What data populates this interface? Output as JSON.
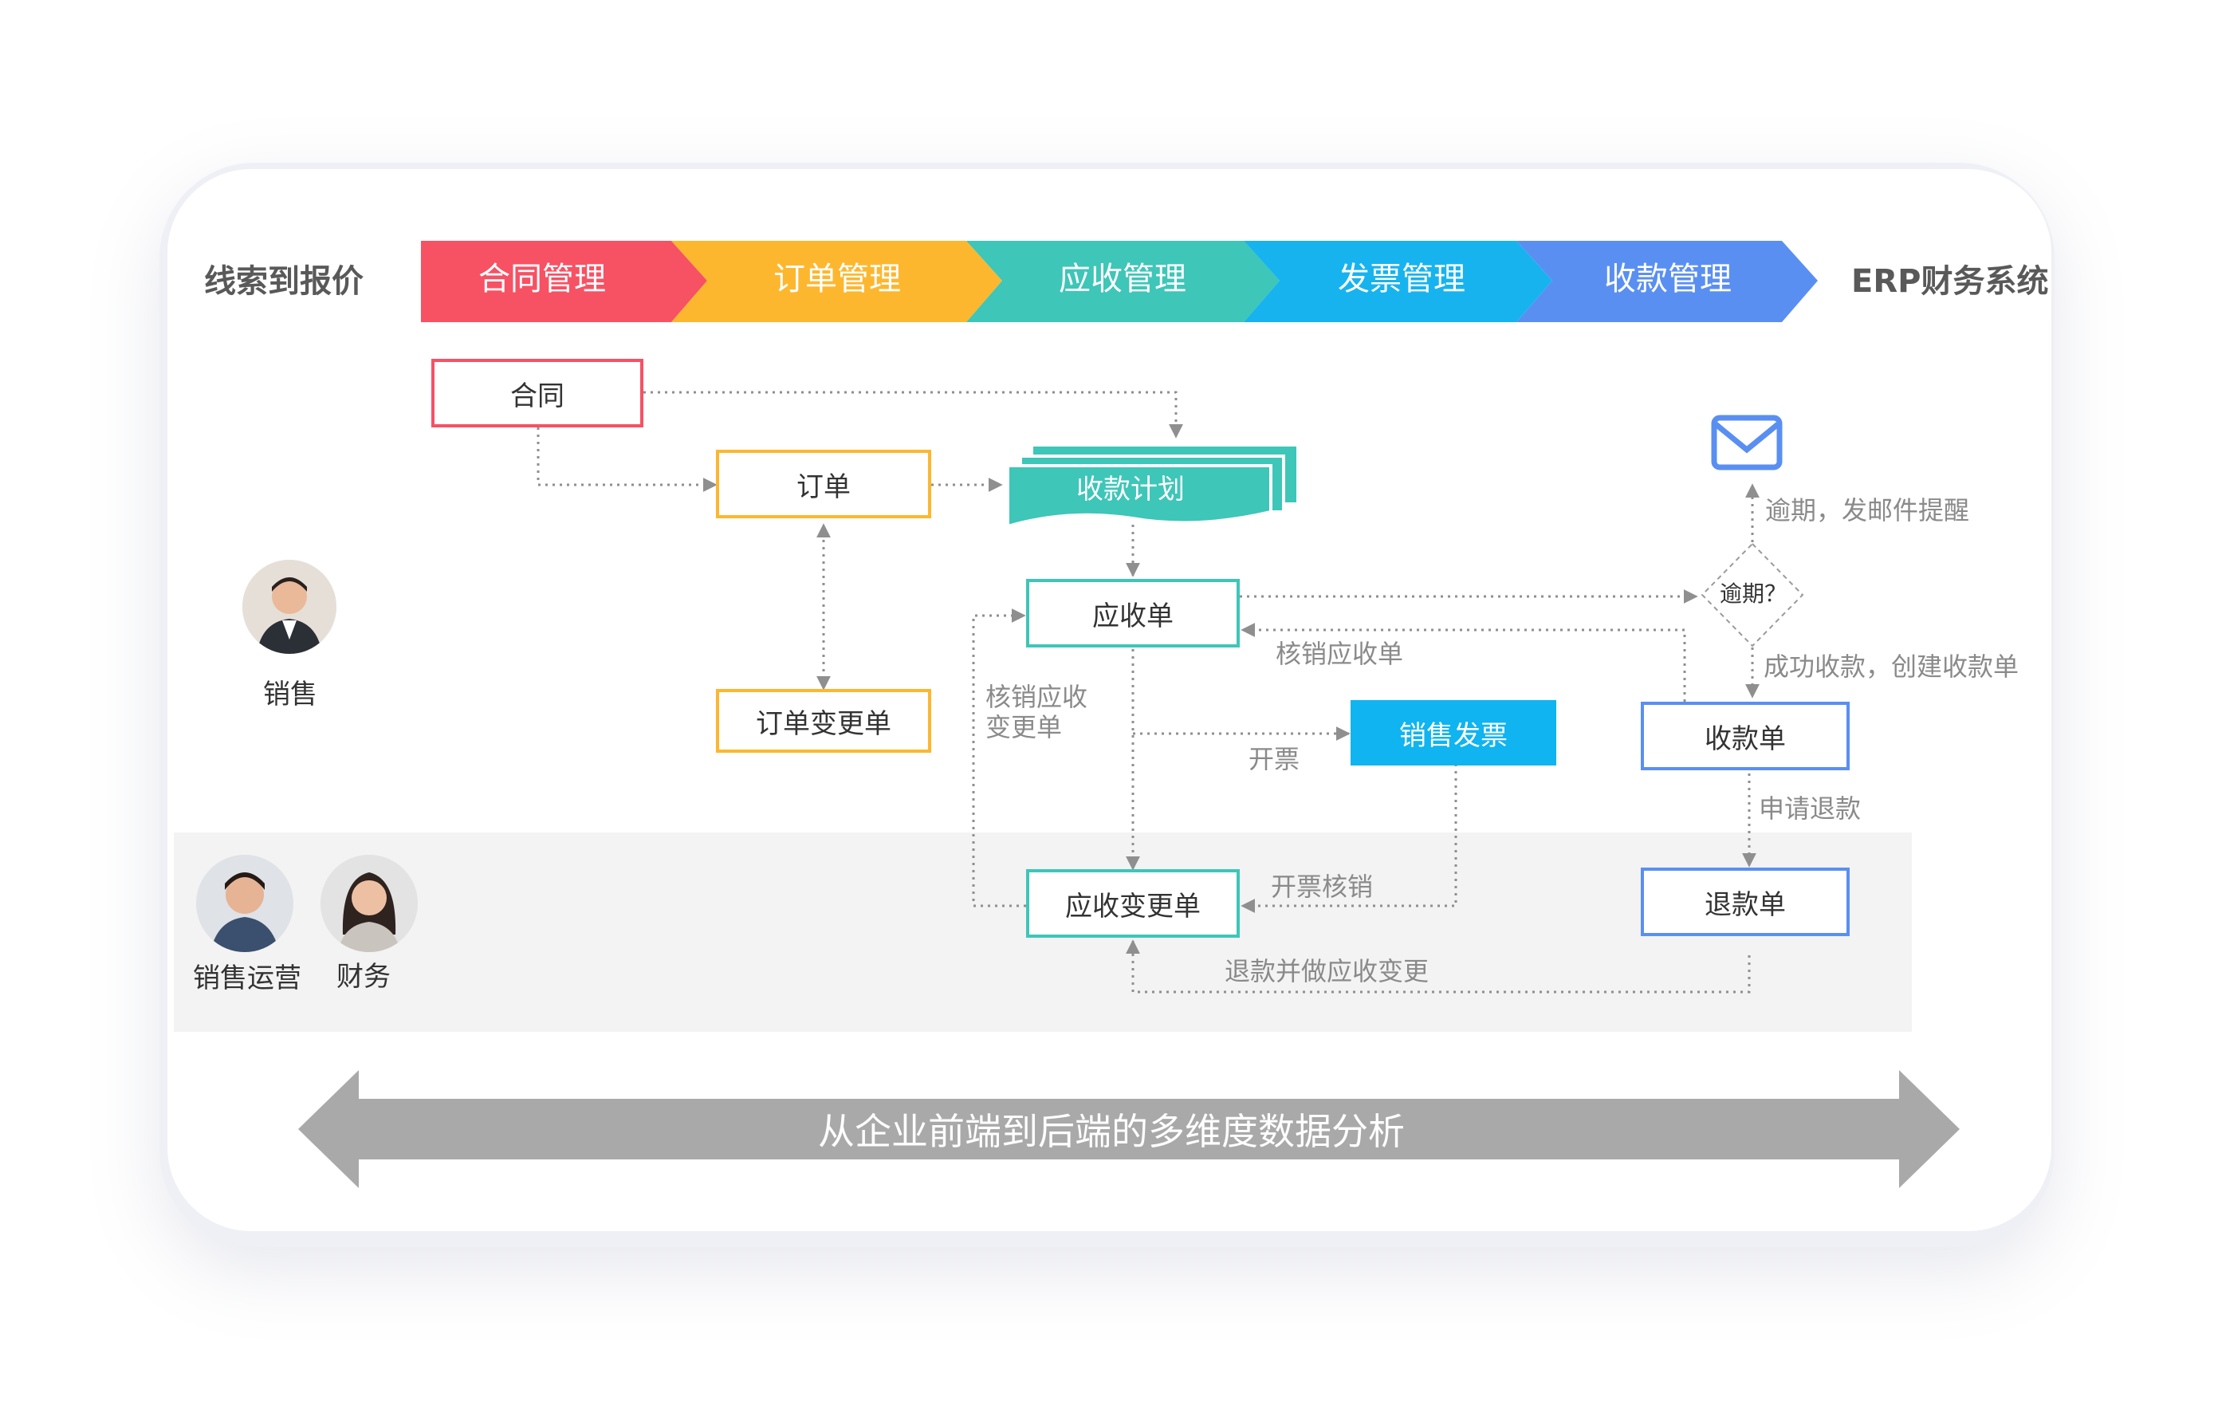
{
  "header": {
    "start": "线索到报价",
    "end": "ERP财务系统",
    "stages": [
      {
        "label": "合同管理",
        "color": "#f75164"
      },
      {
        "label": "订单管理",
        "color": "#fdb72f"
      },
      {
        "label": "应收管理",
        "color": "#3ec6b8"
      },
      {
        "label": "发票管理",
        "color": "#17b3ef"
      },
      {
        "label": "收款管理",
        "color": "#5a8ff2"
      }
    ]
  },
  "nodes": {
    "contract": "合同",
    "order": "订单",
    "order_change": "订单变更单",
    "payment_plan": "收款计划",
    "receivable": "应收单",
    "sales_invoice": "销售发票",
    "receivable_change": "应收变更单",
    "overdue": "逾期？",
    "receipt": "收款单",
    "refund": "退款单"
  },
  "edge_labels": {
    "writeoff_receivable": "核销应收单",
    "writeoff_receivable_change_1": "核销应收",
    "writeoff_receivable_change_2": "变更单",
    "invoice": "开票",
    "invoice_writeoff": "开票核销",
    "refund_and_change": "退款并做应收变更",
    "overdue_email": "逾期，发邮件提醒",
    "success_receipt": "成功收款，创建收款单",
    "apply_refund": "申请退款"
  },
  "roles": {
    "sales": "销售",
    "sales_ops": "销售运营",
    "finance": "财务"
  },
  "banner": "从企业前端到后端的多维度数据分析",
  "colors": {
    "red": "#f75164",
    "yellow": "#fdb72f",
    "teal": "#3ec6b8",
    "cyan": "#0fb4f0",
    "blue": "#5a8ff2",
    "gray_arrow": "#a9a9a9"
  }
}
